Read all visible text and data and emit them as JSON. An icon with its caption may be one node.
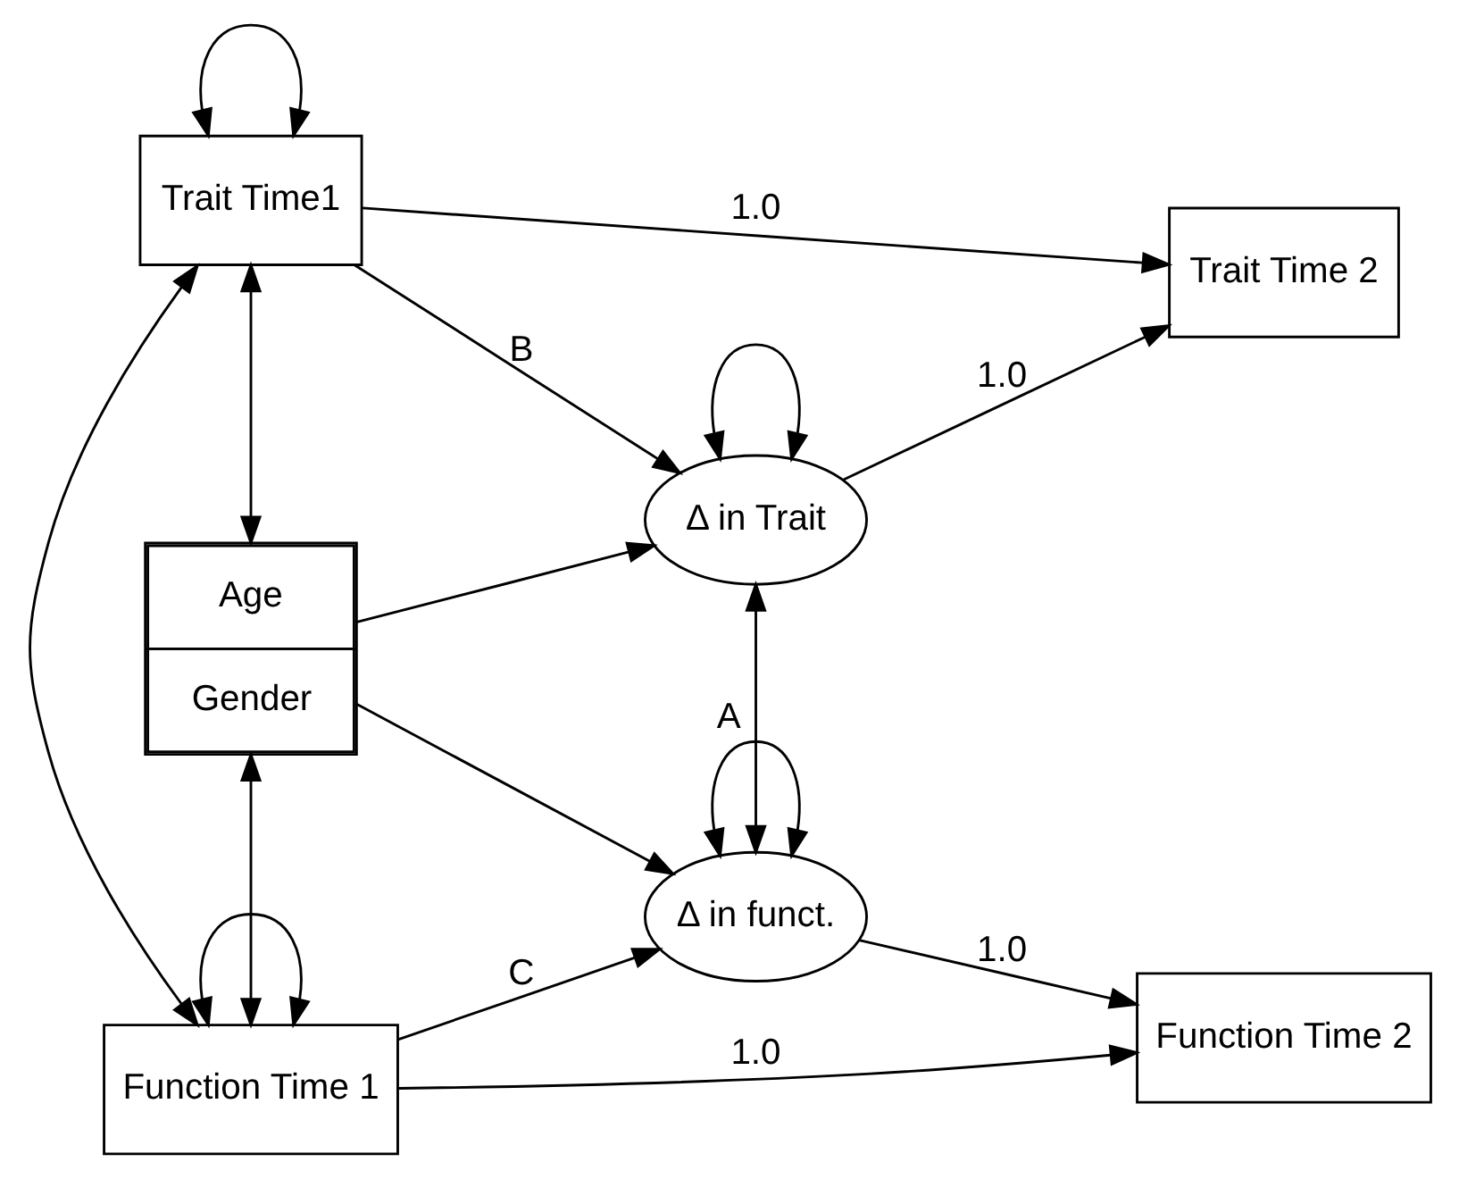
{
  "diagram": {
    "nodes": [
      {
        "text": [
          "Trait Time1"
        ]
      },
      {
        "text": [
          "Trait Time 2"
        ]
      },
      {
        "text": [
          "Age",
          "Gender"
        ]
      },
      {
        "text": [
          "Δ in Trait"
        ]
      },
      {
        "text": [
          "Δ in funct."
        ]
      },
      {
        "text": [
          "Function Time 1"
        ]
      },
      {
        "text": [
          "Function Time 2"
        ]
      }
    ],
    "edges": [
      {
        "from": 0,
        "to": 1,
        "arrow": "to",
        "label": "1.0"
      },
      {
        "from": 0,
        "to": 3,
        "arrow": "to",
        "label": "B"
      },
      {
        "from": 2,
        "to": 3,
        "arrow": "to"
      },
      {
        "from": 2,
        "to": 4,
        "arrow": "to"
      },
      {
        "from": 5,
        "to": 4,
        "arrow": "to",
        "label": "C"
      },
      {
        "from": 5,
        "to": 6,
        "arrow": "to",
        "label": "1.0"
      },
      {
        "from": 3,
        "to": 1,
        "arrow": "to",
        "label": "1.0"
      },
      {
        "from": 4,
        "to": 6,
        "arrow": "to",
        "label": "1.0"
      },
      {
        "from": 0,
        "to": 5,
        "arrow": "both"
      },
      {
        "from": 0,
        "to": 2,
        "arrow": "both"
      },
      {
        "from": 2,
        "to": 5,
        "arrow": "both"
      },
      {
        "from": 3,
        "to": 4,
        "arrow": "both",
        "label": "A"
      },
      {
        "from": 0,
        "to": 0,
        "arrow": "both"
      },
      {
        "from": 3,
        "to": 3,
        "arrow": "both"
      },
      {
        "from": 4,
        "to": 4,
        "arrow": "both"
      },
      {
        "from": 5,
        "to": 5,
        "arrow": "both"
      }
    ]
  }
}
